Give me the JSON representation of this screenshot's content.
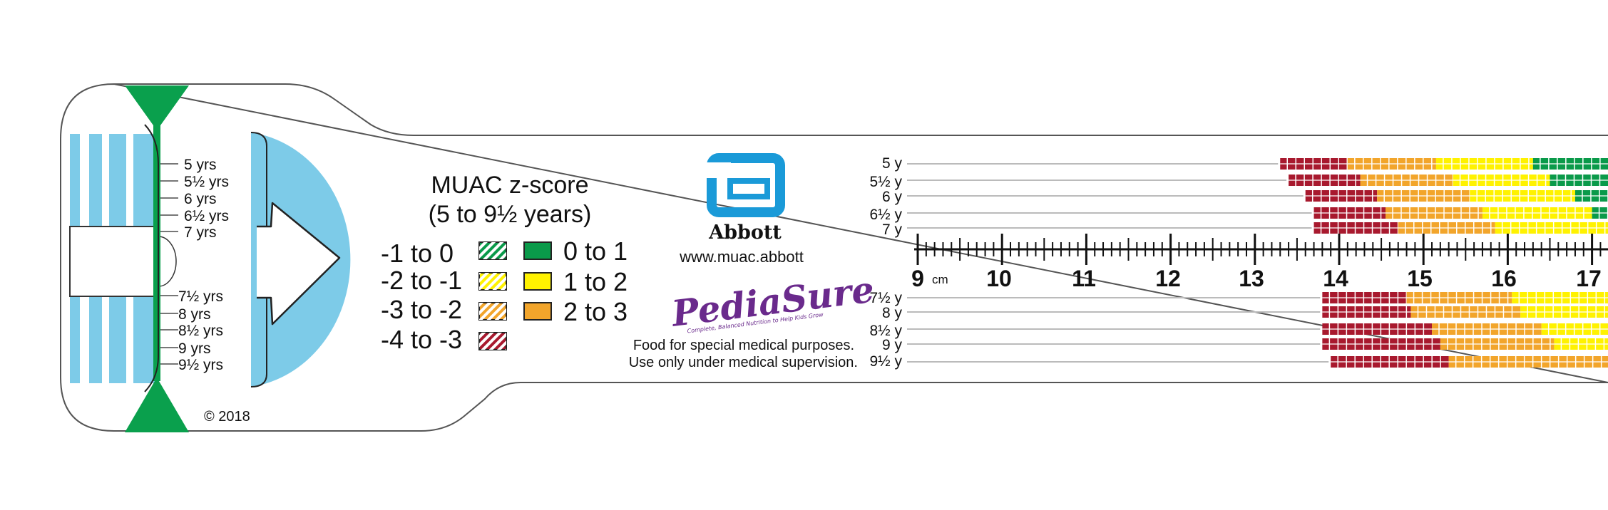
{
  "colors": {
    "green": "#0a9a4a",
    "light_green": "#0aa04d",
    "yellow": "#fff200",
    "orange": "#f2a52b",
    "red": "#a8192e",
    "blue": "#7dcbe8",
    "abbott_blue": "#1a9ad8",
    "pediasure_purple": "#6a2a8c",
    "outline": "#555555"
  },
  "left_ages": [
    "5 yrs",
    "5½ yrs",
    "6 yrs",
    "6½ yrs",
    "7 yrs",
    "7½ yrs",
    "8 yrs",
    "8½ yrs",
    "9 yrs",
    "9½ yrs"
  ],
  "title": {
    "line1": "MUAC z-score",
    "line2": "(5 to 9½ years)"
  },
  "legend": [
    {
      "label": "-1 to 0",
      "color": "#fff200",
      "hatch": false,
      "pair_label": "0 to 1",
      "pair_color": "#0a9a4a",
      "key": "neg1"
    },
    {
      "label": "-2 to -1",
      "color": "#fff200",
      "hatch": true,
      "pair_label": "1 to 2",
      "pair_color": "#fff200",
      "key": "neg2"
    },
    {
      "label": "-3 to -2",
      "color": "#f2a52b",
      "hatch": true,
      "pair_label": "2 to 3",
      "pair_color": "#f2a52b",
      "key": "neg3"
    },
    {
      "label": "-4 to -3",
      "color": "#a8192e",
      "hatch": true,
      "pair_label": null,
      "pair_color": null,
      "key": "neg4"
    }
  ],
  "brand": {
    "abbott_name": "Abbott",
    "url": "www.muac.abbott",
    "pediasure": "PediaSure",
    "pediasure_tagline": "Complete, Balanced Nutrition to Help Kids Grow",
    "disclaimer_line1": "Food for special medical purposes.",
    "disclaimer_line2": "Use only under medical supervision."
  },
  "copyright": "© 2018",
  "ruler": {
    "unit": "cm",
    "labels": [
      "9",
      "10",
      "11",
      "12",
      "13",
      "14",
      "15",
      "16",
      "17"
    ]
  },
  "upper_ages": [
    "5 y",
    "5½ y",
    "6 y",
    "6½ y",
    "7 y"
  ],
  "lower_ages": [
    "7½ y",
    "8 y",
    "8½ y",
    "9 y",
    "9½ y"
  ],
  "bands": {
    "upper": [
      [
        {
          "c": "red",
          "from": 13.3,
          "to": 14.1
        },
        {
          "c": "orange",
          "from": 14.1,
          "to": 15.15
        },
        {
          "c": "yellow",
          "from": 15.15,
          "to": 16.3
        },
        {
          "c": "green",
          "from": 16.3,
          "to": 17.25
        }
      ],
      [
        {
          "c": "red",
          "from": 13.4,
          "to": 14.25
        },
        {
          "c": "orange",
          "from": 14.25,
          "to": 15.35
        },
        {
          "c": "yellow",
          "from": 15.35,
          "to": 16.5
        },
        {
          "c": "green",
          "from": 16.5,
          "to": 17.25
        }
      ],
      [
        {
          "c": "red",
          "from": 13.6,
          "to": 14.45
        },
        {
          "c": "orange",
          "from": 14.45,
          "to": 15.55
        },
        {
          "c": "yellow",
          "from": 15.55,
          "to": 16.8
        },
        {
          "c": "green",
          "from": 16.8,
          "to": 17.25
        }
      ],
      [
        {
          "c": "red",
          "from": 13.7,
          "to": 14.55
        },
        {
          "c": "orange",
          "from": 14.55,
          "to": 15.7
        },
        {
          "c": "yellow",
          "from": 15.7,
          "to": 17.0
        },
        {
          "c": "green",
          "from": 17.0,
          "to": 17.25
        }
      ],
      [
        {
          "c": "red",
          "from": 13.7,
          "to": 14.7
        },
        {
          "c": "orange",
          "from": 14.7,
          "to": 15.85
        },
        {
          "c": "yellow",
          "from": 15.85,
          "to": 17.25
        }
      ]
    ],
    "lower": [
      [
        {
          "c": "red",
          "from": 13.8,
          "to": 14.8
        },
        {
          "c": "orange",
          "from": 14.8,
          "to": 16.05
        },
        {
          "c": "yellow",
          "from": 16.05,
          "to": 17.25
        }
      ],
      [
        {
          "c": "red",
          "from": 13.8,
          "to": 14.85
        },
        {
          "c": "orange",
          "from": 14.85,
          "to": 16.15
        },
        {
          "c": "yellow",
          "from": 16.15,
          "to": 17.25
        }
      ],
      [
        {
          "c": "red",
          "from": 13.8,
          "to": 15.1
        },
        {
          "c": "orange",
          "from": 15.1,
          "to": 16.4
        },
        {
          "c": "yellow",
          "from": 16.4,
          "to": 17.25
        }
      ],
      [
        {
          "c": "red",
          "from": 13.8,
          "to": 15.2
        },
        {
          "c": "orange",
          "from": 15.2,
          "to": 16.55
        },
        {
          "c": "yellow",
          "from": 16.55,
          "to": 17.25
        }
      ],
      [
        {
          "c": "red",
          "from": 13.9,
          "to": 15.3
        },
        {
          "c": "orange",
          "from": 15.3,
          "to": 17.25
        }
      ]
    ]
  }
}
